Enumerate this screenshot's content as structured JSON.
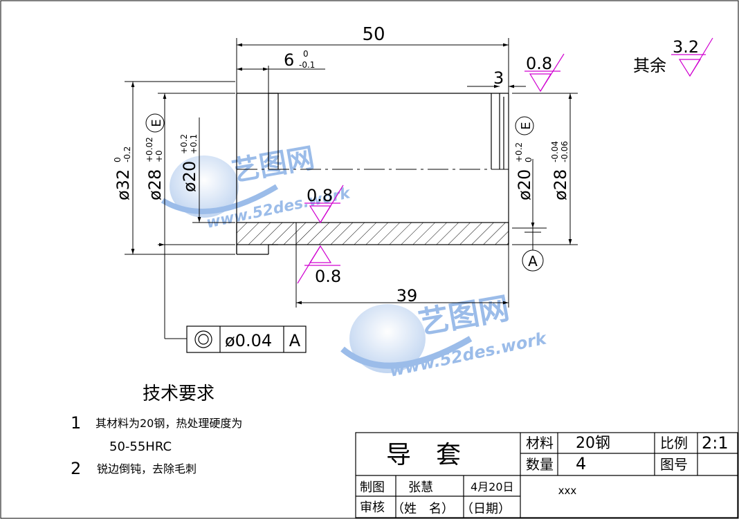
{
  "dimensions": {
    "overall_length": "50",
    "groove_width": "6",
    "groove_tol_upper": "0",
    "groove_tol_lower": "-0.1",
    "right_step": "3",
    "inner_length": "39",
    "od32": "ø32",
    "od32_tol_upper": "0",
    "od32_tol_lower": "-0.2",
    "od28_left": "ø28",
    "od28_left_tol_upper": "+0.02",
    "od28_left_tol_lower": "+0",
    "od28_left_env": "E",
    "id20_left": "ø20",
    "id20_left_tol_upper": "+0.2",
    "id20_left_tol_lower": "+0.1",
    "id20_right": "ø20",
    "id20_right_tol_upper": "+0.2",
    "id20_right_tol_lower": "0",
    "id20_right_env": "E",
    "od28_right": "ø28",
    "od28_right_tol_upper": "-0.04",
    "od28_right_tol_lower": "-0.06",
    "datum": "A"
  },
  "roughness": {
    "others_label": "其余",
    "others_value": "3.2",
    "top_right": "0.8",
    "bore_top": "0.8",
    "bore_bottom": "0.8"
  },
  "tolerance_frame": {
    "symbol": "concentricity",
    "value": "ø0.04",
    "datum": "A"
  },
  "watermark": {
    "brand": "艺图网",
    "url": "www.52des.work"
  },
  "tech_requirements": {
    "title": "技术要求",
    "items": [
      {
        "num": "1",
        "line1": "其材料为20钢，热处理硬度为",
        "line2": "50-55HRC"
      },
      {
        "num": "2",
        "line1": "锐边倒钝，去除毛刺",
        "line2": ""
      }
    ]
  },
  "title_block": {
    "part_name": "导　套",
    "material_label": "材料",
    "material_value": "20钢",
    "scale_label": "比例",
    "scale_value": "2:1",
    "quantity_label": "数量",
    "quantity_value": "4",
    "drawing_no_label": "图号",
    "drawn_label": "制图",
    "drawn_name": "张慧",
    "drawn_date": "4月20日",
    "checked_label": "审核",
    "checked_name": "（姓　名）",
    "checked_date": "（日期）",
    "company": "xxx"
  }
}
